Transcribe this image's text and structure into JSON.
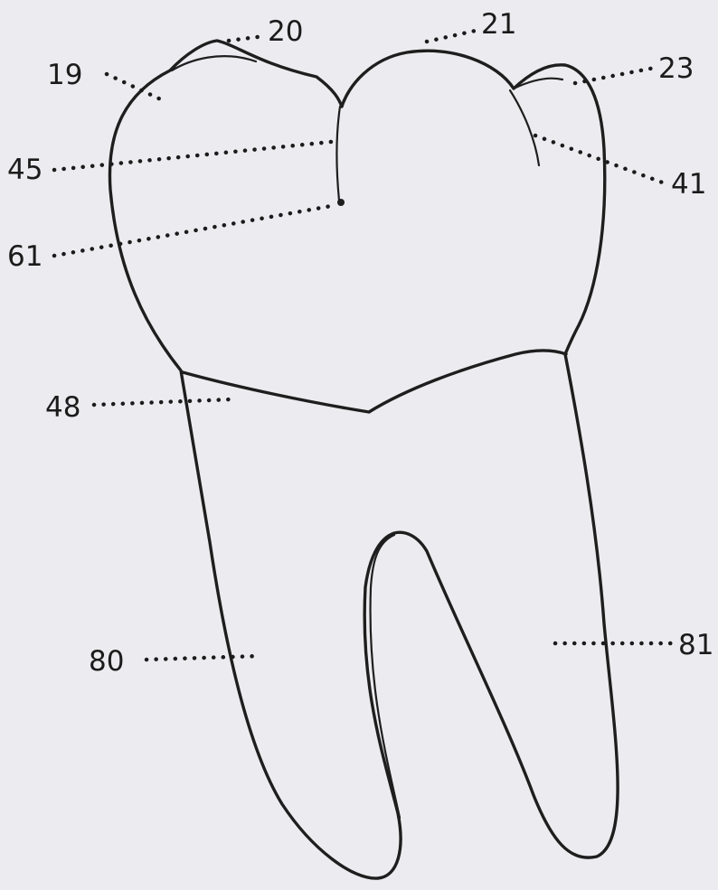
{
  "figure": {
    "labels": [
      {
        "id": "19",
        "text": "19"
      },
      {
        "id": "20",
        "text": "20"
      },
      {
        "id": "21",
        "text": "21"
      },
      {
        "id": "23",
        "text": "23"
      },
      {
        "id": "45",
        "text": "45"
      },
      {
        "id": "41",
        "text": "41"
      },
      {
        "id": "61",
        "text": "61"
      },
      {
        "id": "48",
        "text": "48"
      },
      {
        "id": "80",
        "text": "80"
      },
      {
        "id": "81",
        "text": "81"
      }
    ]
  }
}
